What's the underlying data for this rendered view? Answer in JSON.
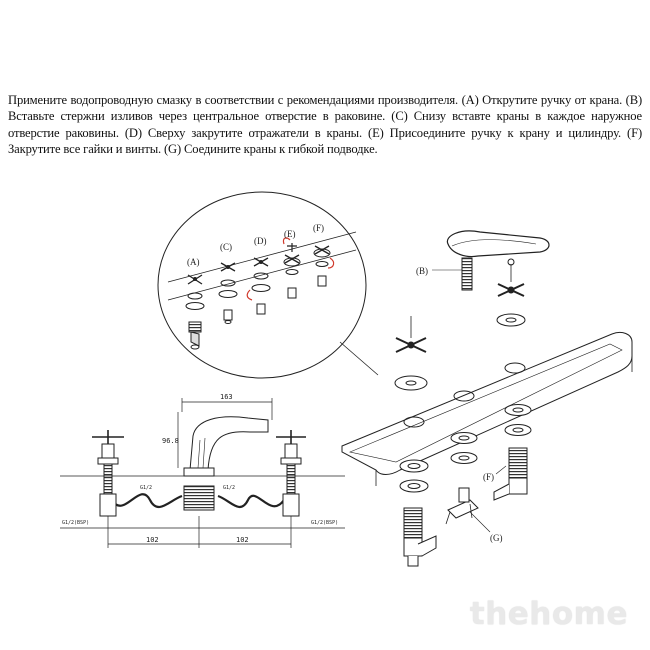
{
  "instructions": "Примените водопроводную смазку в соответствии с рекомендациями производителя. (A) Открутите ручку от крана. (B) Вставьте стержни изливов через центральное отверстие в раковине. (C) Снизу вставте краны в каждое наружное отверстие раковины. (D) Сверху закрутите отражатели в краны. (E) Присоедините ручку к крану и цилиндру. (F) Закрутите все гайки и винты. (G) Соедините краны к гибкой подводке.",
  "detail_labels": {
    "a": "(A)",
    "c": "(C)",
    "d": "(D)",
    "e": "(E)",
    "f": "(F)"
  },
  "callouts": {
    "b": "(B)",
    "f": "(F)",
    "g": "(G)"
  },
  "dimensions": {
    "spout_length": "163",
    "spout_height": "96.8",
    "thread_left": "G1/2",
    "thread_right": "G1/2",
    "pipe_left": "G1/2(BSP)",
    "pipe_right": "G1/2(BSP)",
    "spacing_left": "102",
    "spacing_right": "102"
  },
  "watermark": "thehome"
}
